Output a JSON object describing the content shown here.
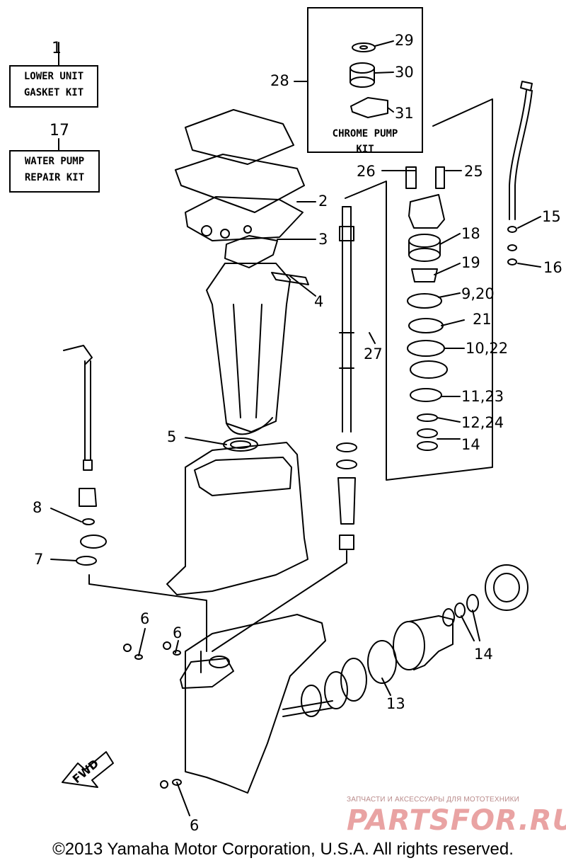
{
  "kits": {
    "lower_unit": {
      "number": "1",
      "line1": "LOWER UNIT",
      "line2": "GASKET KIT"
    },
    "water_pump": {
      "number": "17",
      "line1": "WATER PUMP",
      "line2": "REPAIR KIT"
    },
    "chrome_pump": {
      "number": "28",
      "line1": "CHROME PUMP",
      "line2": "KIT"
    }
  },
  "callouts": {
    "c2": "2",
    "c3": "3",
    "c4": "4",
    "c5": "5",
    "c6a": "6",
    "c6b": "6",
    "c6c": "6",
    "c7": "7",
    "c8": "8",
    "c9_20": "9,20",
    "c10_22": "10,22",
    "c11_23": "11,23",
    "c12_24": "12,24",
    "c13": "13",
    "c14a": "14",
    "c14b": "14",
    "c15": "15",
    "c16": "16",
    "c18": "18",
    "c19": "19",
    "c21": "21",
    "c25": "25",
    "c26": "26",
    "c27": "27",
    "c29": "29",
    "c30": "30",
    "c31": "31"
  },
  "fwd_label": "FWD",
  "watermark": {
    "tagline": "ЗАПЧАСТИ И АКСЕССУАРЫ ДЛЯ МОТОТЕХНИКИ",
    "brand": "PARTSFOR.RU"
  },
  "copyright": "©2013 Yamaha Motor Corporation, U.S.A. All rights reserved."
}
